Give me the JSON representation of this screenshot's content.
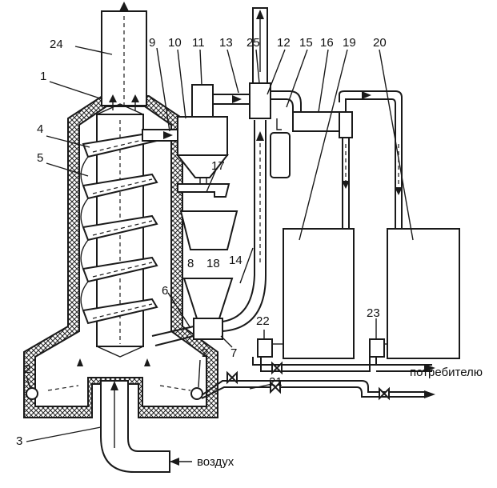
{
  "labels": {
    "n1": "1",
    "n2a": "2",
    "n2b": "2",
    "n3": "3",
    "n4": "4",
    "n5": "5",
    "n6": "6",
    "n7": "7",
    "n8": "8",
    "n9": "9",
    "n10": "10",
    "n11": "11",
    "n12": "12",
    "n13": "13",
    "n14": "14",
    "n15": "15",
    "n16": "16",
    "n17": "17",
    "n18": "18",
    "n19": "19",
    "n20": "20",
    "n21": "21",
    "n22": "22",
    "n23": "23",
    "n24": "24",
    "n25": "25"
  },
  "captions": {
    "consumer": "потребителю",
    "air": "воздух"
  }
}
